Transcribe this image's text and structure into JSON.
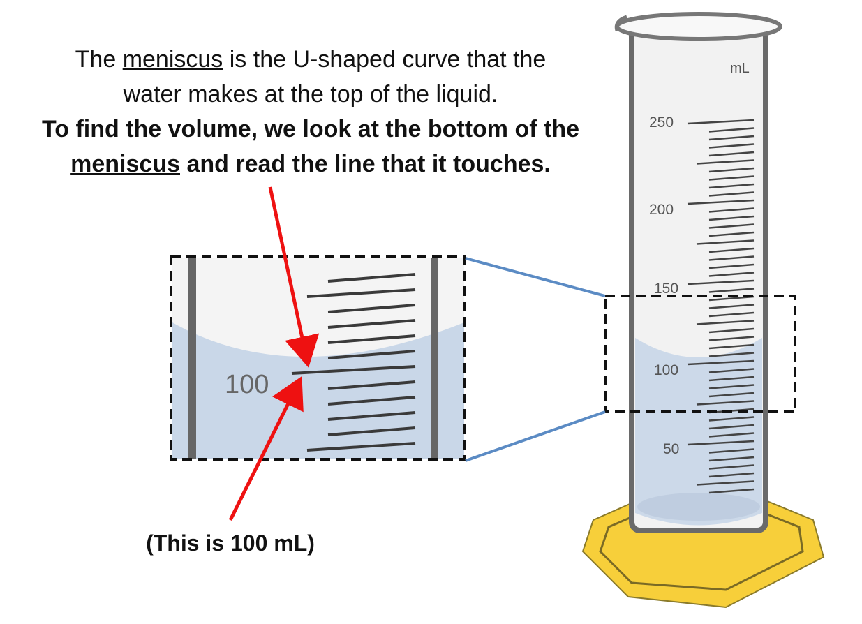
{
  "explanation": {
    "line1_prefix": "The ",
    "line1_term": "meniscus",
    "line1_suffix": " is the U-shaped curve that the",
    "line2": "water makes at the top of the liquid.",
    "line3": "To find the volume, we look at the bottom of the",
    "line4_term": "meniscus",
    "line4_suffix": " and read the line that it touches."
  },
  "caption": "(This is 100 mL)",
  "cylinder": {
    "unit": "mL",
    "major_ticks": [
      {
        "label": "250",
        "value": 250
      },
      {
        "label": "200",
        "value": 200
      },
      {
        "label": "150",
        "value": 150
      },
      {
        "label": "100",
        "value": 100
      },
      {
        "label": "50",
        "value": 50
      }
    ],
    "liquid_volume_ml": 100
  },
  "zoom": {
    "label": "100"
  },
  "colors": {
    "arrow": "#ee1111",
    "connector": "#5b8bc4",
    "liquid": "#c9d7e8",
    "base": "#f7cf3a",
    "glass": "#f0f0f0",
    "wall": "#666666"
  }
}
